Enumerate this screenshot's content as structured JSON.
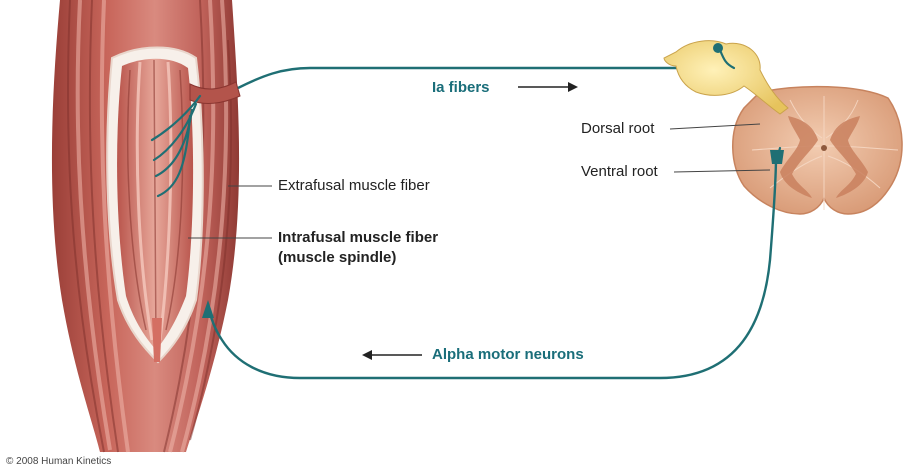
{
  "labels": {
    "ia_fibers": "Ia fibers",
    "dorsal_root": "Dorsal root",
    "ventral_root": "Ventral root",
    "extrafusal": "Extrafusal muscle fiber",
    "intrafusal_line1": "Intrafusal muscle fiber",
    "intrafusal_line2": "(muscle spindle)",
    "alpha_motor": "Alpha motor neurons",
    "copyright": "© 2008 Human Kinetics"
  },
  "colors": {
    "neuron": "#1f6f74",
    "label_teal": "#1a6e7a",
    "muscle": "#b5584e",
    "muscle_light": "#d98b80",
    "ganglion": "#f1d780",
    "cord": "#e8b394"
  }
}
